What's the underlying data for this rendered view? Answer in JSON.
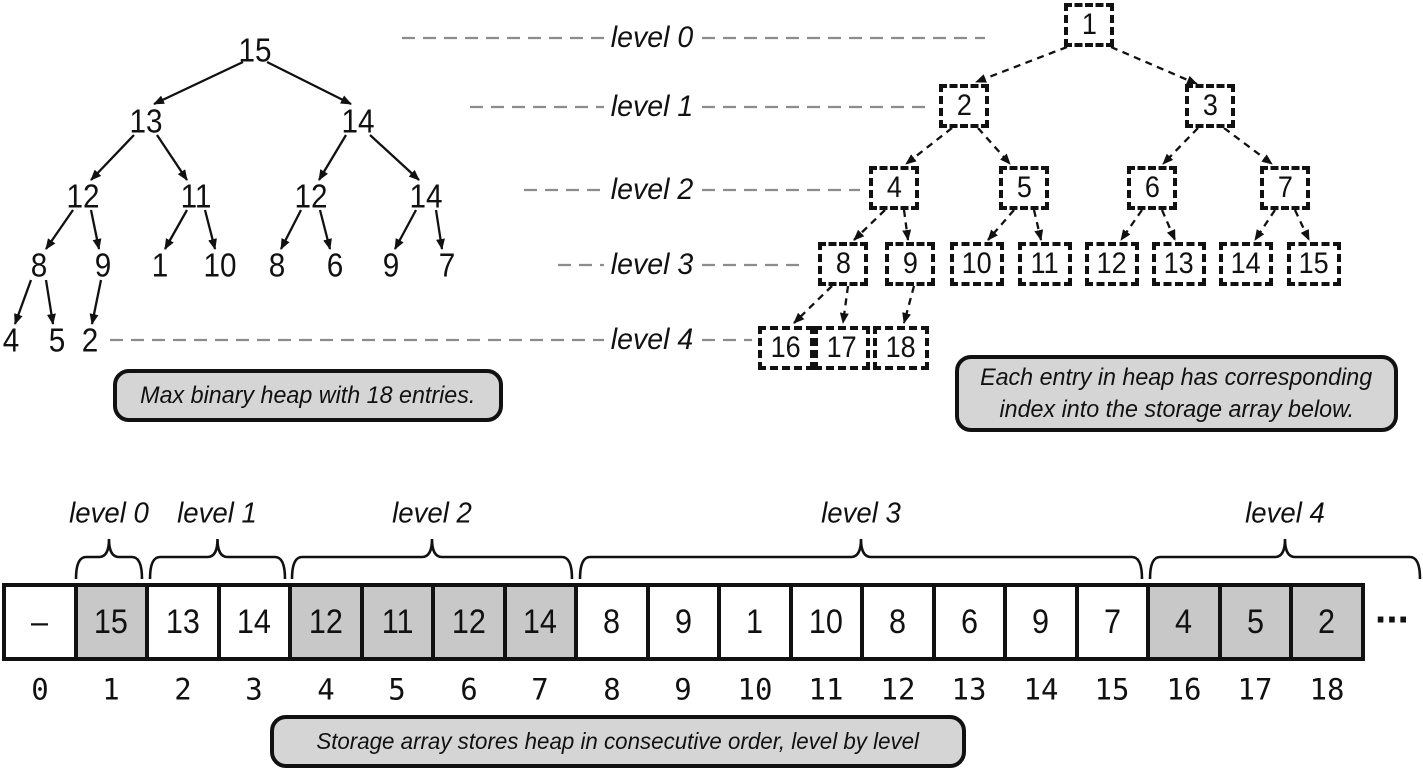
{
  "colors": {
    "ink": "#111111",
    "guide_line_gray": "#8c8c8c",
    "shaded_cell": "#c8c8c8",
    "caption_background": "#d5d5d5"
  },
  "value_tree": {
    "caption": "Max binary heap with 18 entries.",
    "nodes": [
      "15",
      "13",
      "14",
      "12",
      "11",
      "12",
      "14",
      "8",
      "9",
      "1",
      "10",
      "8",
      "6",
      "9",
      "7",
      "4",
      "5",
      "2"
    ]
  },
  "index_tree": {
    "caption_line1": "Each entry in heap has corresponding",
    "caption_line2": "index into the storage array below.",
    "nodes": [
      "1",
      "2",
      "3",
      "4",
      "5",
      "6",
      "7",
      "8",
      "9",
      "10",
      "11",
      "12",
      "13",
      "14",
      "15",
      "16",
      "17",
      "18"
    ]
  },
  "levels": [
    "level 0",
    "level 1",
    "level 2",
    "level 3",
    "level 4"
  ],
  "array": {
    "caption": "Storage array stores heap in consecutive order, level by level",
    "values": [
      "–",
      "15",
      "13",
      "14",
      "12",
      "11",
      "12",
      "14",
      "8",
      "9",
      "1",
      "10",
      "8",
      "6",
      "9",
      "7",
      "4",
      "5",
      "2"
    ],
    "indices": [
      "0",
      "1",
      "2",
      "3",
      "4",
      "5",
      "6",
      "7",
      "8",
      "9",
      "10",
      "11",
      "12",
      "13",
      "14",
      "15",
      "16",
      "17",
      "18"
    ],
    "ellipsis": "···"
  }
}
